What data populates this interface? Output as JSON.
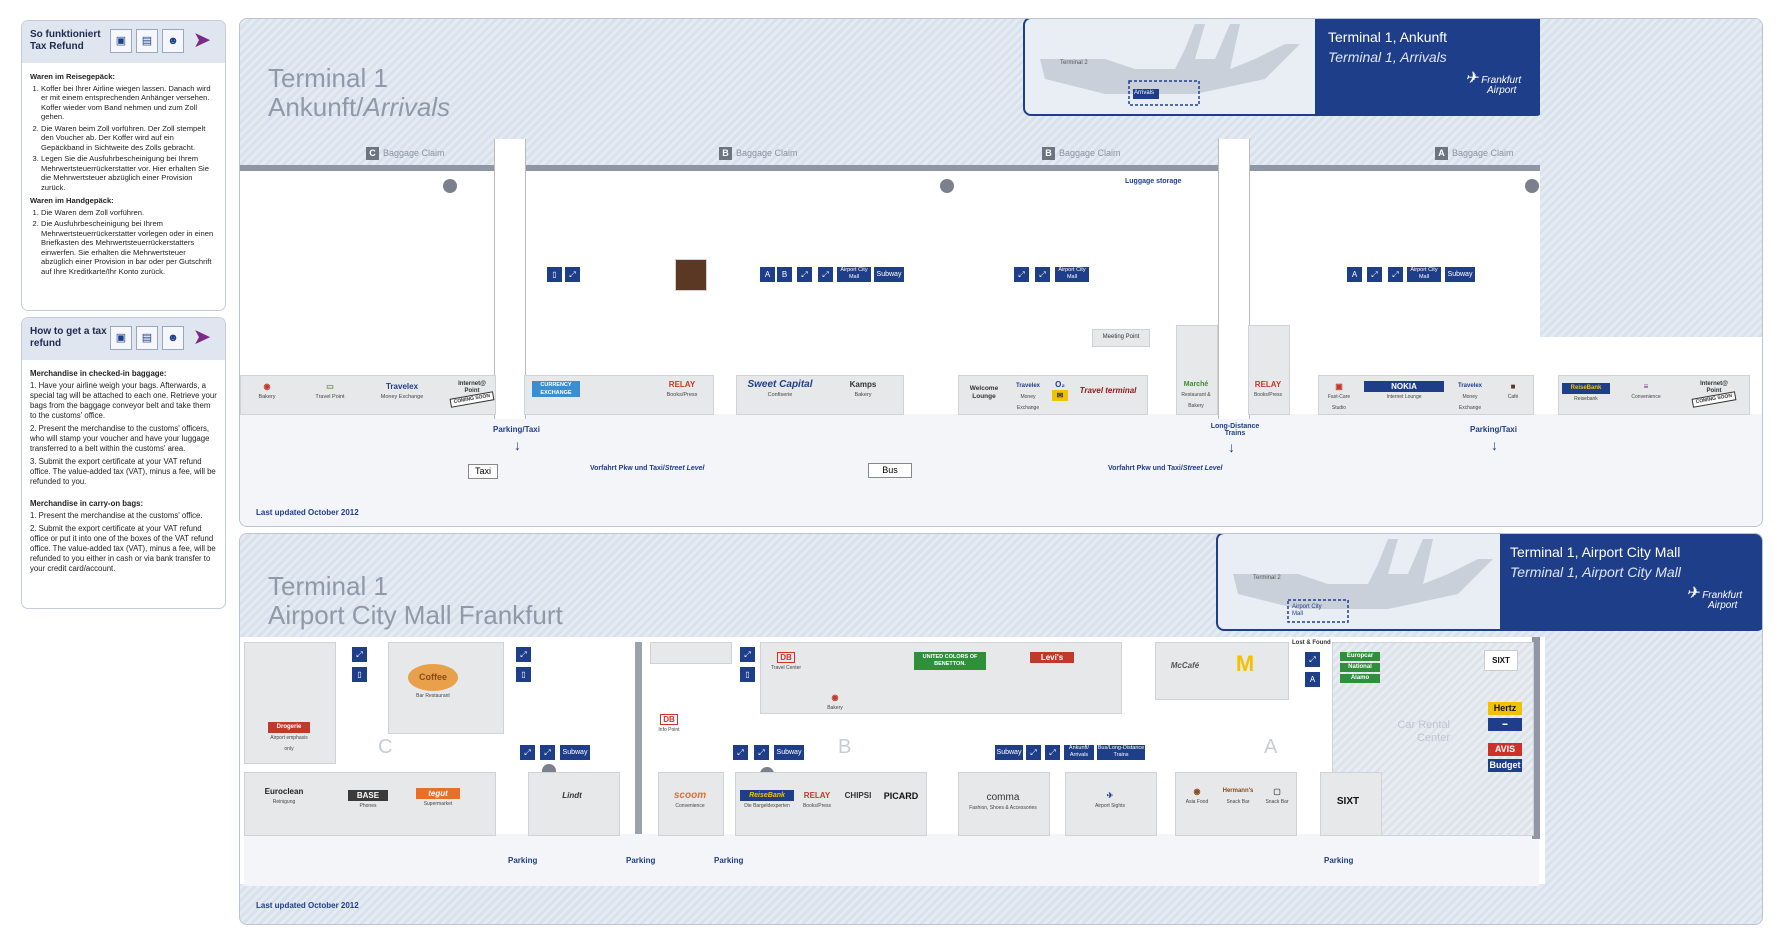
{
  "de_box": {
    "title": "So funktioniert Tax Refund",
    "h1": "Waren im Reisegepäck:",
    "items1": [
      "Koffer bei Ihrer Airline wiegen lassen. Danach wird er mit einem entsprechenden Anhänger versehen. Koffer wieder vom Band nehmen und zum Zoll gehen.",
      "Die Waren beim Zoll vorführen. Der Zoll stempelt den Voucher ab. Der Koffer wird auf ein Gepäckband in Sichtweite des Zolls gebracht.",
      "Legen Sie die Ausfuhrbescheinigung bei Ihrem Mehrwertsteuerrückerstatter vor. Hier erhalten Sie die Mehrwertsteuer abzüglich einer Provision zurück."
    ],
    "h2": "Waren im Handgepäck:",
    "items2": [
      "Die Waren dem Zoll vorführen.",
      "Die Ausfuhrbescheinigung bei Ihrem Mehrwertsteuerrückerstatter vorlegen oder in einen Briefkasten des Mehrwertsteuerrückerstatters einwerfen. Sie erhalten die Mehrwertsteuer abzüglich einer Provision in bar oder per Gutschrift auf Ihre Kreditkarte/Ihr Konto zurück."
    ]
  },
  "en_box": {
    "title": "How to get a tax refund",
    "h1": "Merchandise in checked-in baggage:",
    "items1": [
      "1. Have your airline weigh your bags. Afterwards, a special tag will be attached to each one. Retrieve your bags from the baggage conveyor belt and take them to the customs' office.",
      "2. Present the merchandise to the customs' officers, who will stamp your voucher and have your luggage transferred to a belt within the customs' area.",
      "3. Submit the export certificate at your VAT refund office. The value-added tax (VAT), minus a fee, will be refunded to you."
    ],
    "h2": "Merchandise in carry-on bags:",
    "items2": [
      "1. Present the merchandise at the customs' office.",
      "2. Submit the export certificate at your VAT refund office or put it into one of the boxes of the VAT refund office. The value-added tax (VAT), minus a fee, will be refunded to you either in cash or via bank transfer to your credit card/account."
    ]
  },
  "arrivals": {
    "title_de": "Terminal 1",
    "title_de2": "Ankunft/",
    "title_en": "Arrivals",
    "inset_title": "Terminal 1, Ankunft",
    "inset_sub": "Terminal 1, Arrivals",
    "inset_arrivals": "Arrivals",
    "inset_t2": "Terminal 2",
    "brand1": "Frankfurt",
    "brand2": "Airport",
    "claims": [
      {
        "letter": "C",
        "text": "Baggage Claim"
      },
      {
        "letter": "B",
        "text": "Baggage Claim"
      },
      {
        "letter": "B",
        "text": "Baggage Claim"
      },
      {
        "letter": "A",
        "text": "Baggage Claim"
      }
    ],
    "luggage_storage": "Luggage storage",
    "meeting_point": "Meeting Point",
    "airport_city_mall": "Airport City Mall",
    "subway": "Subway",
    "parking_taxi": "Parking/Taxi",
    "taxi": "Taxi",
    "bus": "Bus",
    "long_distance": "Long-Distance Trains",
    "vorfahrt": "Vorfahrt Pkw und Taxi/",
    "street_level": "Street Level",
    "updated": "Last updated October 2012",
    "shops": [
      {
        "logo": "",
        "name": "Bakery"
      },
      {
        "logo": "",
        "name": "Travel Point"
      },
      {
        "logo": "Travelex",
        "name": "Money Exchange"
      },
      {
        "logo": "Internet@ Point",
        "name": "COMING SOON"
      },
      {
        "logo": "CURRENCY EXCHANGE",
        "name": ""
      },
      {
        "logo": "RELAY",
        "name": "Books/Press"
      },
      {
        "logo": "Sweet Capital",
        "name": "Confiserie"
      },
      {
        "logo": "Kamps",
        "name": "Bakery"
      },
      {
        "logo": "Welcome Lounge",
        "name": ""
      },
      {
        "logo": "Travelex",
        "name": "Money Exchange"
      },
      {
        "logo": "Travel terminal",
        "name": ""
      },
      {
        "logo": "Marché",
        "name": "Restaurant & Bakery"
      },
      {
        "logo": "RELAY",
        "name": "Books/Press"
      },
      {
        "logo": "",
        "name": "Fast-Care Studio"
      },
      {
        "logo": "NOKIA",
        "name": "Internet Lounge"
      },
      {
        "logo": "Travelex",
        "name": "Money Exchange"
      },
      {
        "logo": "",
        "name": "Café"
      },
      {
        "logo": "ReiseBank",
        "name": "Reisebank"
      },
      {
        "logo": "",
        "name": "Convenience"
      },
      {
        "logo": "Internet@ Point",
        "name": "COMING SOON"
      }
    ]
  },
  "mall": {
    "title1": "Terminal 1",
    "title2": "Airport City Mall Frankfurt",
    "inset_title": "Terminal 1, Airport City Mall",
    "inset_sub": "Terminal 1, Airport City Mall",
    "inset_acm": "Airport City Mall",
    "inset_t2": "Terminal 2",
    "brand1": "Frankfurt",
    "brand2": "Airport",
    "lost_found": "Lost & Found",
    "car_rental": "Car Rental Center",
    "subway": "Subway",
    "ankunft": "Ankunft/ Arrivals",
    "bus_long": "Bus/Long-Distance Trains",
    "parking": "Parking",
    "updated": "Last updated October 2012",
    "zones": [
      "C",
      "B",
      "A"
    ],
    "shops": [
      {
        "logo": "Coffee",
        "name": "Bar Restaurant"
      },
      {
        "logo": "Drogerie",
        "name": "Airport emphasis only"
      },
      {
        "logo": "Euroclean",
        "name": "Reinigung"
      },
      {
        "logo": "BASE",
        "name": "Phones"
      },
      {
        "logo": "tegut",
        "name": "Supermarket"
      },
      {
        "logo": "Lindt",
        "name": ""
      },
      {
        "logo": "DB",
        "name": "Travel Center"
      },
      {
        "logo": "DB",
        "name": "Info Point"
      },
      {
        "logo": "",
        "name": "Bakery"
      },
      {
        "logo": "UNITED COLORS OF BENETTON.",
        "name": ""
      },
      {
        "logo": "Levi's",
        "name": ""
      },
      {
        "logo": "McCafé",
        "name": ""
      },
      {
        "logo": "M",
        "name": ""
      },
      {
        "logo": "scoom",
        "name": "Convenience"
      },
      {
        "logo": "ReiseBank",
        "name": "Die Bargeldexperten"
      },
      {
        "logo": "RELAY",
        "name": "Books/Press"
      },
      {
        "logo": "CHIPSI",
        "name": ""
      },
      {
        "logo": "PICARD",
        "name": ""
      },
      {
        "logo": "comma",
        "name": "Fashion, Shoes & Accessories"
      },
      {
        "logo": "",
        "name": "Airport Sights"
      },
      {
        "logo": "",
        "name": "Asia Food"
      },
      {
        "logo": "Hermann's",
        "name": "Snack Bar"
      },
      {
        "logo": "",
        "name": "Snack Bar"
      },
      {
        "logo": "SIXT",
        "name": ""
      },
      {
        "logo": "Europcar",
        "name": ""
      },
      {
        "logo": "National",
        "name": ""
      },
      {
        "logo": "Alamo",
        "name": ""
      },
      {
        "logo": "Hertz",
        "name": ""
      },
      {
        "logo": "AVIS",
        "name": ""
      },
      {
        "logo": "Budget",
        "name": ""
      }
    ]
  }
}
